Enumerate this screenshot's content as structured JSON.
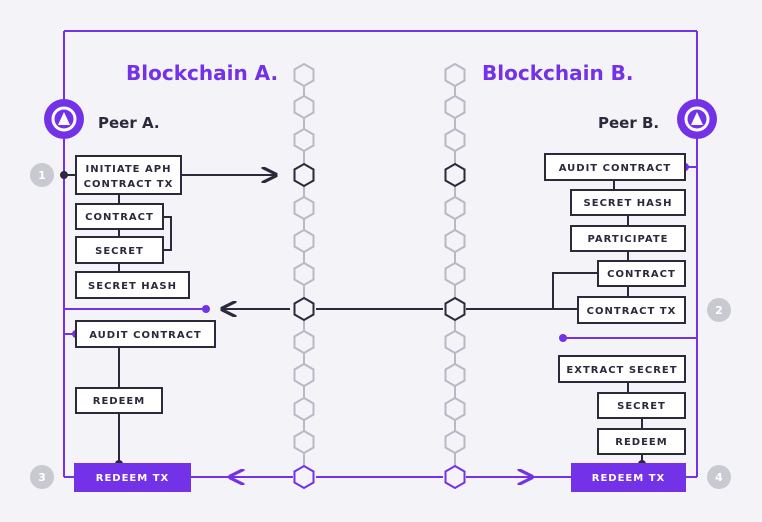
{
  "titles": {
    "chain_a": "Blockchain A.",
    "chain_b": "Blockchain B."
  },
  "peers": {
    "peer_a": "Peer A.",
    "peer_b": "Peer B."
  },
  "boxes": {
    "initiate_line1": "INITIATE APH",
    "initiate_line2": "CONTRACT TX",
    "contract_a": "CONTRACT",
    "secret_a": "SECRET",
    "secret_hash_a": "SECRET HASH",
    "audit_contract_a": "AUDIT CONTRACT",
    "redeem_a": "REDEEM",
    "redeem_tx_a": "REDEEM TX",
    "audit_contract_b": "AUDIT CONTRACT",
    "secret_hash_b": "SECRET HASH",
    "participate_b": "PARTICIPATE",
    "contract_b": "CONTRACT",
    "contract_tx_b": "CONTRACT TX",
    "extract_secret_b": "EXTRACT SECRET",
    "secret_b": "SECRET",
    "redeem_b": "REDEEM",
    "redeem_tx_b": "REDEEM TX"
  },
  "steps": [
    "1",
    "2",
    "3",
    "4"
  ],
  "colors": {
    "accent": "#7432e8",
    "dark": "#2a2a3c",
    "grey": "#b9b9c6",
    "background": "#f3f3f8"
  }
}
